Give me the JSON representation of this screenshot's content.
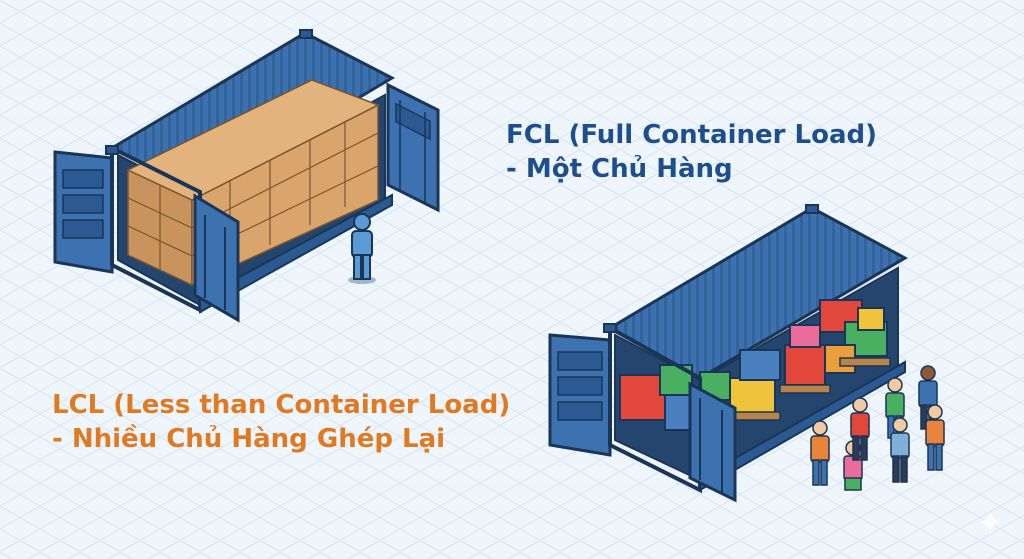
{
  "colors": {
    "background": "#eef5fb",
    "grid": "#d9e6f1",
    "container": "#3d72b0",
    "container_dark": "#2b5a92",
    "container_outline": "#1b3556",
    "cardboard": "#c8935c",
    "person": "#5b9bd5",
    "fcl_text": "#1f4e8c",
    "lcl_text": "#e07a22"
  },
  "fcl": {
    "line1": "FCL (Full Container Load)",
    "line2": "- Một Chủ Hàng"
  },
  "lcl": {
    "line1": "LCL (Less than Container Load)",
    "line2": "- Nhiều Chủ Hàng Ghép Lại"
  },
  "icons": [
    "container-icon",
    "person-icon",
    "cargo-box-icon",
    "pallet-icon"
  ]
}
